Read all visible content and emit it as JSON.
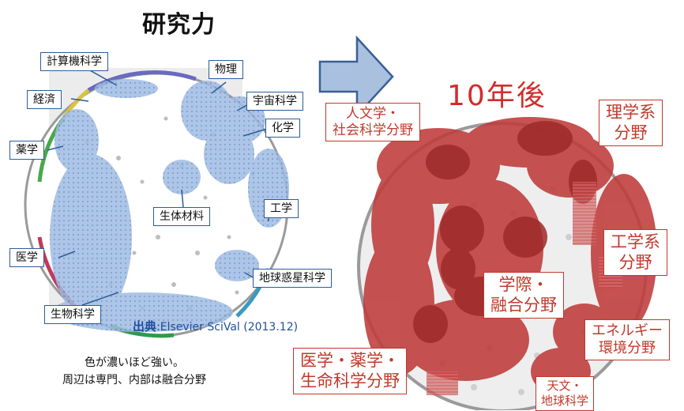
{
  "title": "研究力",
  "left_labels": {
    "computer_science": "計算機科学",
    "physics": "物理",
    "space_science": "宇宙科学",
    "economics": "経済",
    "chemistry": "化学",
    "pharmacy": "薬学",
    "biomaterials": "生体材料",
    "engineering": "工学",
    "medicine": "医学",
    "earth_planetary": "地球惑星科学",
    "biology": "生物科学"
  },
  "source": {
    "prefix": "出典",
    "text": ":Elsevier SciVal (2013.12)"
  },
  "caption": {
    "line1": "色が濃いほど強い。",
    "line2": "周辺は専門、内部は融合分野"
  },
  "future_title": "10年後",
  "right_labels": {
    "humanities": {
      "line1": "人文学・",
      "line2": "社会科学分野"
    },
    "science": {
      "line1": "理学系",
      "line2": "分野"
    },
    "engineering": {
      "line1": "工学系",
      "line2": "分野"
    },
    "interdisciplinary": {
      "line1": "学際・",
      "line2": "融合分野"
    },
    "energy": {
      "line1": "エネルギー",
      "line2": "環境分野"
    },
    "medical": {
      "line1": "医学・薬学・",
      "line2": "生命科学分野"
    },
    "astro": {
      "line1": "天文・",
      "line2": "地球科学"
    }
  },
  "colors": {
    "blue_blob": "#9fbce3",
    "blue_border": "#2e5c9a",
    "red_blob": "#bf3b3b",
    "red_text": "#c0392b",
    "arrow_fill": "#a9c1df",
    "arrow_stroke": "#3a5f95"
  }
}
